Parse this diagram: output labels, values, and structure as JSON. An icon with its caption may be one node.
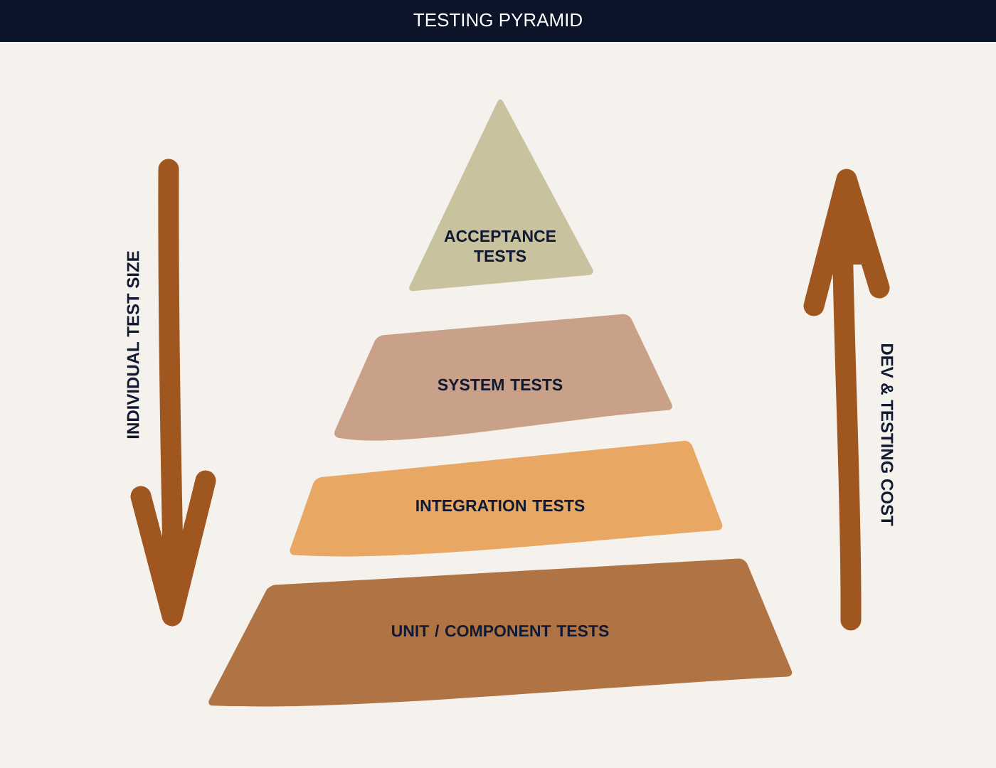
{
  "diagram": {
    "title": "TESTING PYRAMID",
    "nodes": [
      {
        "text": [
          "ACCEPTANCE TESTS"
        ]
      },
      {
        "text": [
          "SYSTEM TESTS"
        ]
      },
      {
        "text": [
          "INTEGRATION TESTS"
        ]
      },
      {
        "text": [
          "UNIT / COMPONENT TESTS"
        ]
      }
    ],
    "labels": [
      "INDIVIDUAL TEST SIZE",
      "DEV & TESTING COST"
    ]
  }
}
